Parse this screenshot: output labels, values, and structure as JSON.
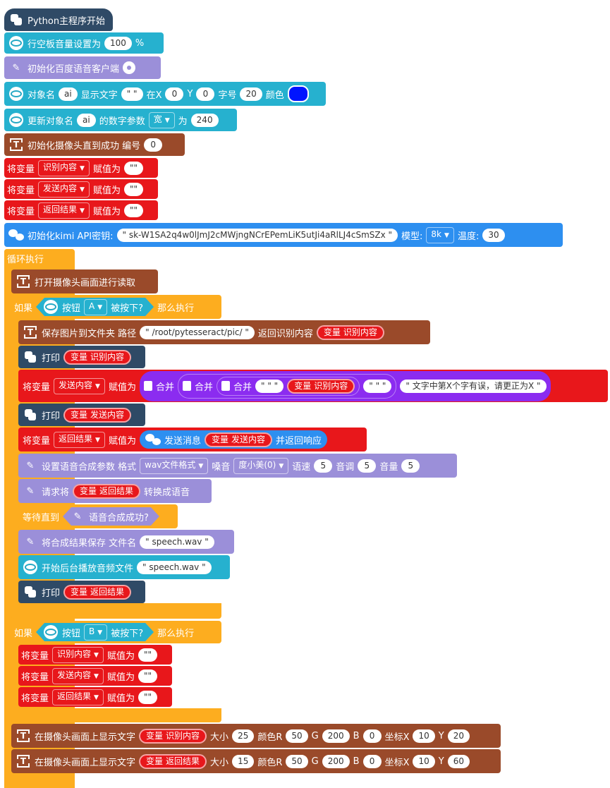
{
  "header": {
    "label": "Python主程序开始"
  },
  "blocks": {
    "volume": {
      "label": "行空板音量设置为",
      "value": "100",
      "unit": "%"
    },
    "init_baidu": {
      "label": "初始化百度语音客户端"
    },
    "display_text": {
      "l1": "对象名",
      "obj": "ai",
      "l2": "显示文字",
      "text": "\" \"",
      "l3": "在X",
      "x": "0",
      "l4": "Y",
      "y": "0",
      "l5": "字号",
      "size": "20",
      "l6": "颜色",
      "color": "#0014ff"
    },
    "update_param": {
      "l1": "更新对象名",
      "obj": "ai",
      "l2": "的数字参数",
      "param": "宽",
      "l3": "为",
      "value": "240"
    },
    "init_camera": {
      "label": "初始化摄像头直到成功 编号",
      "value": "0"
    },
    "set1": {
      "l1": "将变量",
      "var": "识别内容",
      "l2": "赋值为",
      "value": "\"\""
    },
    "set2": {
      "l1": "将变量",
      "var": "发送内容",
      "l2": "赋值为",
      "value": "\"\""
    },
    "set3": {
      "l1": "将变量",
      "var": "返回结果",
      "l2": "赋值为",
      "value": "\"\""
    },
    "kimi": {
      "l1": "初始化kimi API密钥:",
      "key": "\" sk-W1SA2q4w0lJmJ2cMWjngNCrEPemLiK5utJi4aRlLJ4cSmSZx \"",
      "l2": "模型:",
      "model": "8k",
      "l3": "温度:",
      "temp": "30"
    }
  },
  "loop": {
    "label": "循环执行",
    "open_cam": "打开摄像头画面进行读取",
    "ifA": {
      "l1": "如果",
      "btn": "按钮",
      "key": "A",
      "l2": "被按下?",
      "l3": "那么执行"
    },
    "save_pic": {
      "l1": "保存图片到文件夹 路径",
      "path": "\" /root/pytesseract/pic/ \"",
      "l2": "返回识别内容",
      "var_label": "变量",
      "var": "识别内容"
    },
    "print1": {
      "label": "打印",
      "var_label": "变量",
      "var": "识别内容"
    },
    "concat": {
      "l1": "将变量",
      "var": "发送内容",
      "l2": "赋值为",
      "merge": "合并",
      "q1": "\" \" \"",
      "var_label": "变量",
      "var2": "识别内容",
      "q2": "\" \" \"",
      "text": "\" 文字中第X个字有误，请更正为X \""
    },
    "print2": {
      "label": "打印",
      "var_label": "变量",
      "var": "发送内容"
    },
    "send": {
      "l1": "将变量",
      "var": "返回结果",
      "l2": "赋值为",
      "msg": "发送消息",
      "var_label": "变量",
      "var2": "发送内容",
      "l3": "并返回响应"
    },
    "tts_param": {
      "l1": "设置语音合成参数 格式",
      "fmt": "wav文件格式",
      "l2": "嗓音",
      "voice": "度小美(0)",
      "l3": "语速",
      "speed": "5",
      "l4": "音调",
      "pitch": "5",
      "l5": "音量",
      "vol": "5"
    },
    "tts_req": {
      "l1": "请求将",
      "var_label": "变量",
      "var": "返回结果",
      "l2": "转换成语音"
    },
    "wait": {
      "l1": "等待直到",
      "cond": "语音合成成功?"
    },
    "save_wav": {
      "l1": "将合成结果保存 文件名",
      "file": "\" speech.wav \""
    },
    "play": {
      "l1": "开始后台播放音频文件",
      "file": "\" speech.wav \""
    },
    "print3": {
      "label": "打印",
      "var_label": "变量",
      "var": "返回结果"
    },
    "ifB": {
      "l1": "如果",
      "btn": "按钮",
      "key": "B",
      "l2": "被按下?",
      "l3": "那么执行"
    },
    "reset1": {
      "l1": "将变量",
      "var": "识别内容",
      "l2": "赋值为",
      "value": "\"\""
    },
    "reset2": {
      "l1": "将变量",
      "var": "发送内容",
      "l2": "赋值为",
      "value": "\"\""
    },
    "reset3": {
      "l1": "将变量",
      "var": "返回结果",
      "l2": "赋值为",
      "value": "\"\""
    },
    "show1": {
      "l1": "在摄像头画面上显示文字",
      "var_label": "变量",
      "var": "识别内容",
      "l2": "大小",
      "size": "25",
      "l3": "颜色R",
      "r": "50",
      "l4": "G",
      "g": "200",
      "l5": "B",
      "b": "0",
      "l6": "坐标X",
      "x": "10",
      "l7": "Y",
      "y": "20"
    },
    "show2": {
      "l1": "在摄像头画面上显示文字",
      "var_label": "变量",
      "var": "返回结果",
      "l2": "大小",
      "size": "15",
      "l3": "颜色R",
      "r": "50",
      "l4": "G",
      "g": "200",
      "l5": "B",
      "b": "0",
      "l6": "坐标X",
      "x": "10",
      "l7": "Y",
      "y": "60"
    }
  },
  "colors": {
    "python": "#2f4a66",
    "cyan": "#26b1cf",
    "purple": "#9b8fd9",
    "brown": "#9a4a2a",
    "red": "#e8171b",
    "blue": "#2d8ff0",
    "orange": "#fdad1f",
    "violet": "#8b2cf0"
  }
}
